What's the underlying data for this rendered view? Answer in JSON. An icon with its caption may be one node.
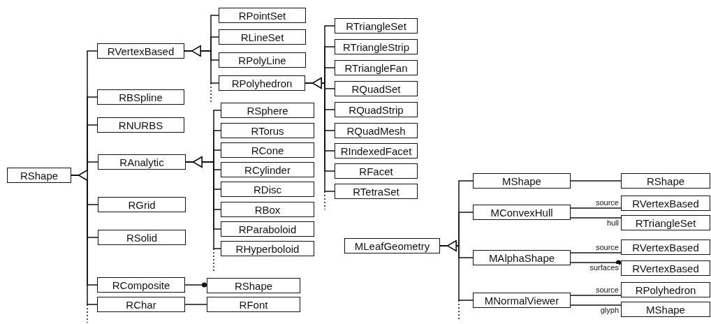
{
  "diagram": {
    "nodes": [
      {
        "text": [
          "RShape"
        ]
      },
      {
        "text": [
          "RVertexBased"
        ]
      },
      {
        "text": [
          "RBSpline"
        ]
      },
      {
        "text": [
          "RNURBS"
        ]
      },
      {
        "text": [
          "RAnalytic"
        ]
      },
      {
        "text": [
          "RGrid"
        ]
      },
      {
        "text": [
          "RSolid"
        ]
      },
      {
        "text": [
          "RComposite"
        ]
      },
      {
        "text": [
          "RChar"
        ]
      },
      {
        "text": [
          "RShape"
        ]
      },
      {
        "text": [
          "RFont"
        ]
      },
      {
        "text": [
          "RPointSet"
        ]
      },
      {
        "text": [
          "RLineSet"
        ]
      },
      {
        "text": [
          "RPolyLine"
        ]
      },
      {
        "text": [
          "RPolyhedron"
        ]
      },
      {
        "text": [
          "RSphere"
        ]
      },
      {
        "text": [
          "RTorus"
        ]
      },
      {
        "text": [
          "RCone"
        ]
      },
      {
        "text": [
          "RCylinder"
        ]
      },
      {
        "text": [
          "RDisc"
        ]
      },
      {
        "text": [
          "RBox"
        ]
      },
      {
        "text": [
          "RParaboloid"
        ]
      },
      {
        "text": [
          "RHyperboloid"
        ]
      },
      {
        "text": [
          "RTriangleSet"
        ]
      },
      {
        "text": [
          "RTriangleStrip"
        ]
      },
      {
        "text": [
          "RTriangleFan"
        ]
      },
      {
        "text": [
          "RQuadSet"
        ]
      },
      {
        "text": [
          "RQuadStrip"
        ]
      },
      {
        "text": [
          "RQuadMesh"
        ]
      },
      {
        "text": [
          "RIndexedFacet"
        ]
      },
      {
        "text": [
          "RFacet"
        ]
      },
      {
        "text": [
          "RTetraSet"
        ]
      },
      {
        "text": [
          "MLeafGeometry"
        ]
      },
      {
        "text": [
          "MShape"
        ]
      },
      {
        "text": [
          "MConvexHull"
        ]
      },
      {
        "text": [
          "MAlphaShape"
        ]
      },
      {
        "text": [
          "MNormalViewer"
        ]
      },
      {
        "text": [
          "RShape"
        ]
      },
      {
        "text": [
          "RVertexBased"
        ]
      },
      {
        "text": [
          "RTriangleSet"
        ]
      },
      {
        "text": [
          "RVertexBased"
        ]
      },
      {
        "text": [
          "RVertexBased"
        ]
      },
      {
        "text": [
          "RPolyhedron"
        ]
      },
      {
        "text": [
          "MShape"
        ]
      }
    ],
    "edges": [
      {
        "from": 1,
        "to": 0,
        "arrow": "to"
      },
      {
        "from": 2,
        "to": 0,
        "arrow": "to"
      },
      {
        "from": 3,
        "to": 0,
        "arrow": "to"
      },
      {
        "from": 4,
        "to": 0,
        "arrow": "to"
      },
      {
        "from": 5,
        "to": 0,
        "arrow": "to"
      },
      {
        "from": 6,
        "to": 0,
        "arrow": "to"
      },
      {
        "from": 7,
        "to": 0,
        "arrow": "to"
      },
      {
        "from": 8,
        "to": 0,
        "arrow": "to"
      },
      {
        "from": 7,
        "to": 9,
        "arrow": "other"
      },
      {
        "from": 8,
        "to": 10,
        "arrow": "none"
      },
      {
        "from": 11,
        "to": 1,
        "arrow": "to"
      },
      {
        "from": 12,
        "to": 1,
        "arrow": "to"
      },
      {
        "from": 13,
        "to": 1,
        "arrow": "to"
      },
      {
        "from": 14,
        "to": 1,
        "arrow": "to"
      },
      {
        "from": 15,
        "to": 4,
        "arrow": "to"
      },
      {
        "from": 16,
        "to": 4,
        "arrow": "to"
      },
      {
        "from": 17,
        "to": 4,
        "arrow": "to"
      },
      {
        "from": 18,
        "to": 4,
        "arrow": "to"
      },
      {
        "from": 19,
        "to": 4,
        "arrow": "to"
      },
      {
        "from": 20,
        "to": 4,
        "arrow": "to"
      },
      {
        "from": 21,
        "to": 4,
        "arrow": "to"
      },
      {
        "from": 22,
        "to": 4,
        "arrow": "to"
      },
      {
        "from": 23,
        "to": 14,
        "arrow": "to"
      },
      {
        "from": 24,
        "to": 14,
        "arrow": "to"
      },
      {
        "from": 25,
        "to": 14,
        "arrow": "to"
      },
      {
        "from": 26,
        "to": 14,
        "arrow": "to"
      },
      {
        "from": 27,
        "to": 14,
        "arrow": "to"
      },
      {
        "from": 28,
        "to": 14,
        "arrow": "to"
      },
      {
        "from": 29,
        "to": 14,
        "arrow": "to"
      },
      {
        "from": 30,
        "to": 14,
        "arrow": "to"
      },
      {
        "from": 31,
        "to": 14,
        "arrow": "to"
      },
      {
        "from": 33,
        "to": 32,
        "arrow": "to"
      },
      {
        "from": 34,
        "to": 32,
        "arrow": "to"
      },
      {
        "from": 35,
        "to": 32,
        "arrow": "to"
      },
      {
        "from": 36,
        "to": 32,
        "arrow": "to"
      },
      {
        "from": 33,
        "to": 37,
        "arrow": "none"
      },
      {
        "from": 34,
        "to": 38,
        "arrow": "none",
        "label": "source"
      },
      {
        "from": 34,
        "to": 39,
        "arrow": "none",
        "label": "hull"
      },
      {
        "from": 35,
        "to": 40,
        "arrow": "none",
        "label": "source"
      },
      {
        "from": 35,
        "to": 41,
        "arrow": "other",
        "label": "surfaces"
      },
      {
        "from": 36,
        "to": 42,
        "arrow": "none",
        "label": "source"
      },
      {
        "from": 36,
        "to": 43,
        "arrow": "none",
        "label": "glyph"
      }
    ]
  }
}
